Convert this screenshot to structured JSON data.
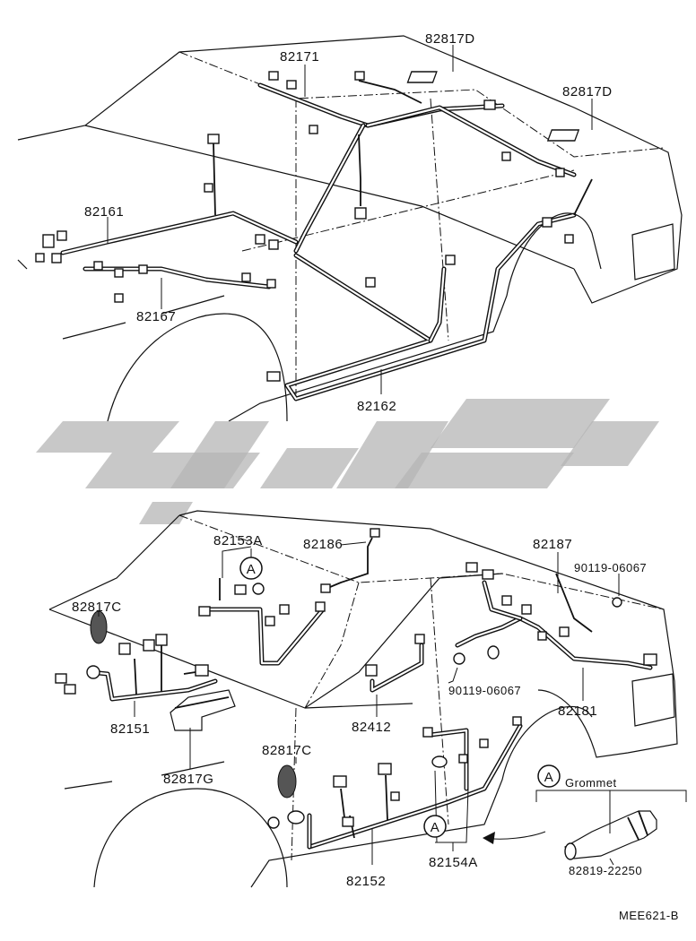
{
  "top_view": {
    "labels": {
      "p82171": "82171",
      "p82817D_1": "82817D",
      "p82817D_2": "82817D",
      "p82161": "82161",
      "p82167": "82167",
      "p82162": "82162"
    }
  },
  "bottom_view": {
    "labels": {
      "p82153A": "82153A",
      "p82186": "82186",
      "p82187": "82187",
      "p90119_top": "90119-06067",
      "p82817C_1": "82817C",
      "p82151": "82151",
      "p82817G": "82817G",
      "p82412": "82412",
      "p90119_mid": "90119-06067",
      "p82181": "82181",
      "p82817C_2": "82817C",
      "p82152": "82152",
      "p82154A": "82154A"
    },
    "callout_letter": "A"
  },
  "grommet_detail": {
    "letter": "A",
    "title": "Grommet",
    "part": "82819-22250"
  },
  "figure_code": "MEE621-B"
}
